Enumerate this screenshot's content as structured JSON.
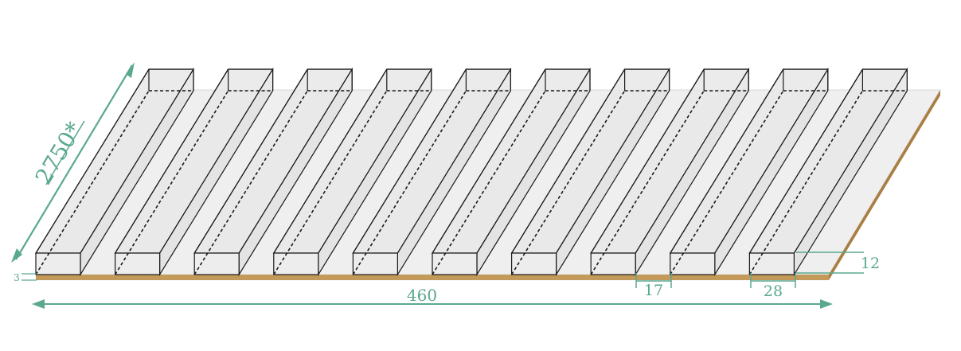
{
  "diagram": {
    "board": {
      "fill": "#efefef",
      "edge_color": "#c49a5a",
      "thickness_label": "3"
    },
    "slats": {
      "count": 10,
      "fill": "#e7e7e7",
      "stroke": "#1a1a1a"
    },
    "dimensions": {
      "color": "#5aa88e",
      "length_label": "2750*",
      "width_label": "460",
      "gap_label": "17",
      "slat_width_label": "28",
      "slat_height_label": "12",
      "base_thickness_label": "3"
    }
  }
}
